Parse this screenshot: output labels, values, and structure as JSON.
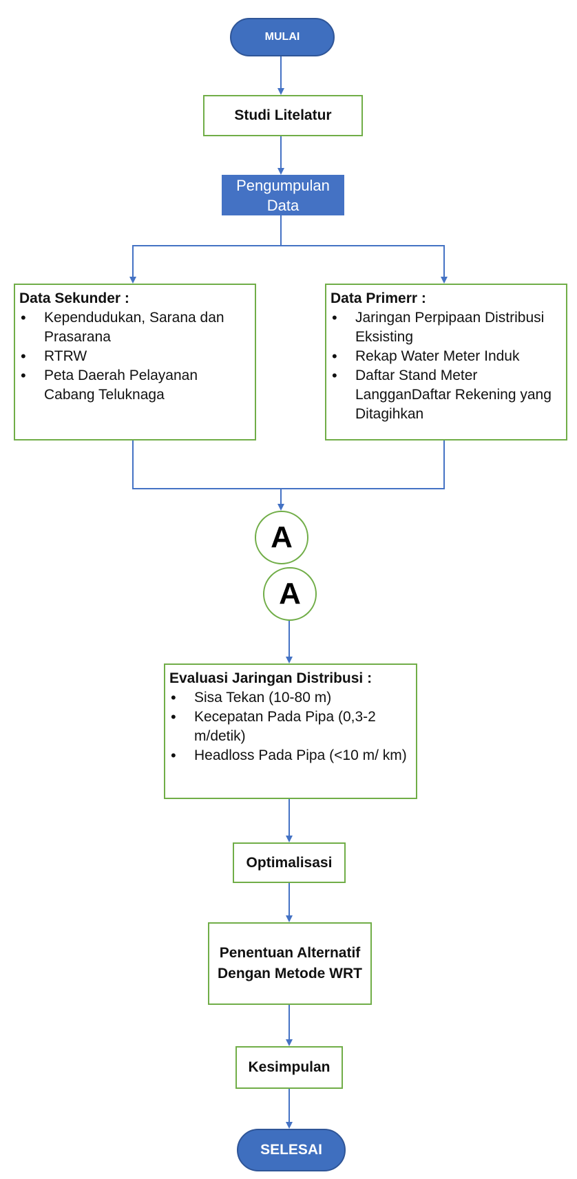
{
  "colors": {
    "terminal_fill": "#3f6fbf",
    "box_border": "#70ad47",
    "arrow": "#4472c4",
    "blue_box": "#4472c4"
  },
  "start": {
    "label": "MULAI"
  },
  "studi": {
    "label": "Studi Litelatur"
  },
  "pengumpulan": {
    "label": "Pengumpulan Data"
  },
  "sekunder": {
    "heading": "Data Sekunder :",
    "items": [
      "Kependudukan, Sarana dan Prasarana",
      "RTRW",
      "Peta Daerah Pelayanan Cabang Teluknaga"
    ]
  },
  "primer": {
    "heading": "Data Primerr :",
    "items": [
      "Jaringan Perpipaan Distribusi Eksisting",
      "Rekap Water Meter Induk",
      "Daftar Stand Meter LangganDaftar Rekening yang Ditagihkan"
    ]
  },
  "connector_out": {
    "label": "A"
  },
  "connector_in": {
    "label": "A"
  },
  "evaluasi": {
    "heading": "Evaluasi Jaringan Distribusi :",
    "items": [
      "Sisa Tekan (10-80 m)",
      "Kecepatan Pada Pipa (0,3-2 m/detik)",
      "Headloss Pada Pipa (<10 m/ km)"
    ]
  },
  "optimalisasi": {
    "label": "Optimalisasi"
  },
  "penentuan": {
    "label": "Penentuan Alternatif Dengan Metode WRT"
  },
  "kesimpulan": {
    "label": "Kesimpulan"
  },
  "end": {
    "label": "SELESAI"
  }
}
